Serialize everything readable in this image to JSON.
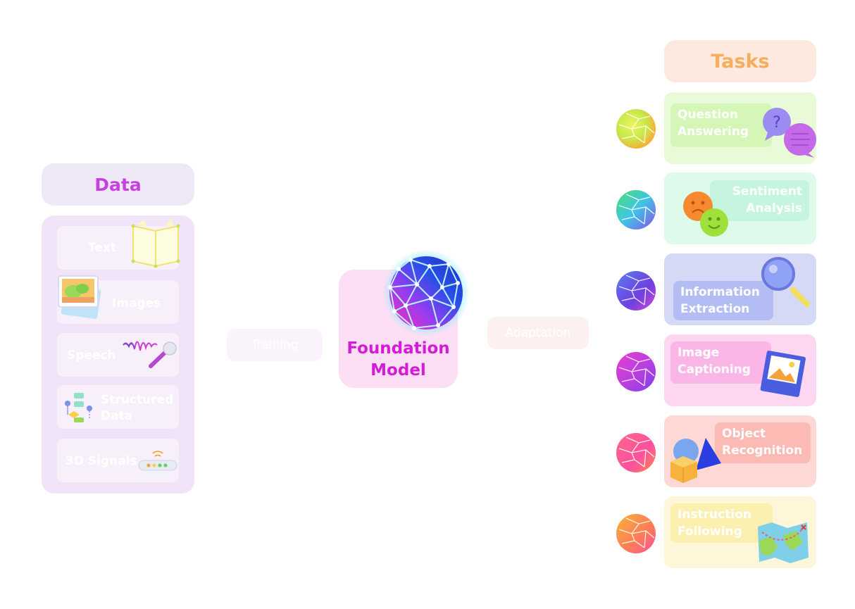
{
  "data_column": {
    "title": "Data",
    "items": [
      {
        "label": "Text"
      },
      {
        "label": "Images"
      },
      {
        "label": "Speech"
      },
      {
        "label_line1": "Structured",
        "label_line2": "Data"
      },
      {
        "label": "3D Signals"
      }
    ]
  },
  "flow": {
    "training_label": "Training",
    "adaptation_label": "Adaptation"
  },
  "model": {
    "line1": "Foundation",
    "line2": "Model"
  },
  "tasks": {
    "title": "Tasks",
    "items": [
      {
        "line1": "Question",
        "line2": "Answering",
        "color": "#e9fad8"
      },
      {
        "line1": "Sentiment",
        "line2": "Analysis",
        "color": "#ddfaea"
      },
      {
        "line1": "Information",
        "line2": "Extraction",
        "color": "#d5d9f6"
      },
      {
        "line1": "Image",
        "line2": "Captioning",
        "color": "#fdd6f2"
      },
      {
        "line1": "Object",
        "line2": "Recognition",
        "color": "#fdd8d5"
      },
      {
        "line1": "Instruction",
        "line2": "Following",
        "color": "#fdf6d8"
      }
    ]
  },
  "colors": {
    "data_title": "#c641e0",
    "model_title": "#d41bd6",
    "tasks_title": "#f6ad5c"
  }
}
